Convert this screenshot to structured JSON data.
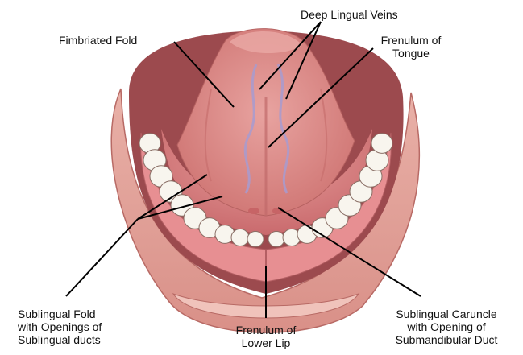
{
  "labels": {
    "fimbriated_fold": "Fimbriated Fold",
    "deep_lingual_veins": "Deep Lingual Veins",
    "frenulum_tongue_1": "Frenulum of",
    "frenulum_tongue_2": "Tongue",
    "sublingual_fold_1": "Sublingual Fold",
    "sublingual_fold_2": "with Openings of",
    "sublingual_fold_3": "Sublingual ducts",
    "frenulum_lip_1": "Frenulum of",
    "frenulum_lip_2": "Lower Lip",
    "caruncle_1": "Sublingual Caruncle",
    "caruncle_2": "with Opening of",
    "caruncle_3": "Submandibular Duct"
  },
  "colors": {
    "outer_skin": "#e3a49c",
    "mouth_dark": "#9c4a4e",
    "gum": "#e78f92",
    "floor": "#df8d8b",
    "tongue": "#dd8682",
    "tongue_underside": "#d57a78",
    "veins": "#a79bd0",
    "teeth": "#f8f5ee",
    "tooth_outline": "#8a6f66",
    "leader_line": "#000000"
  }
}
